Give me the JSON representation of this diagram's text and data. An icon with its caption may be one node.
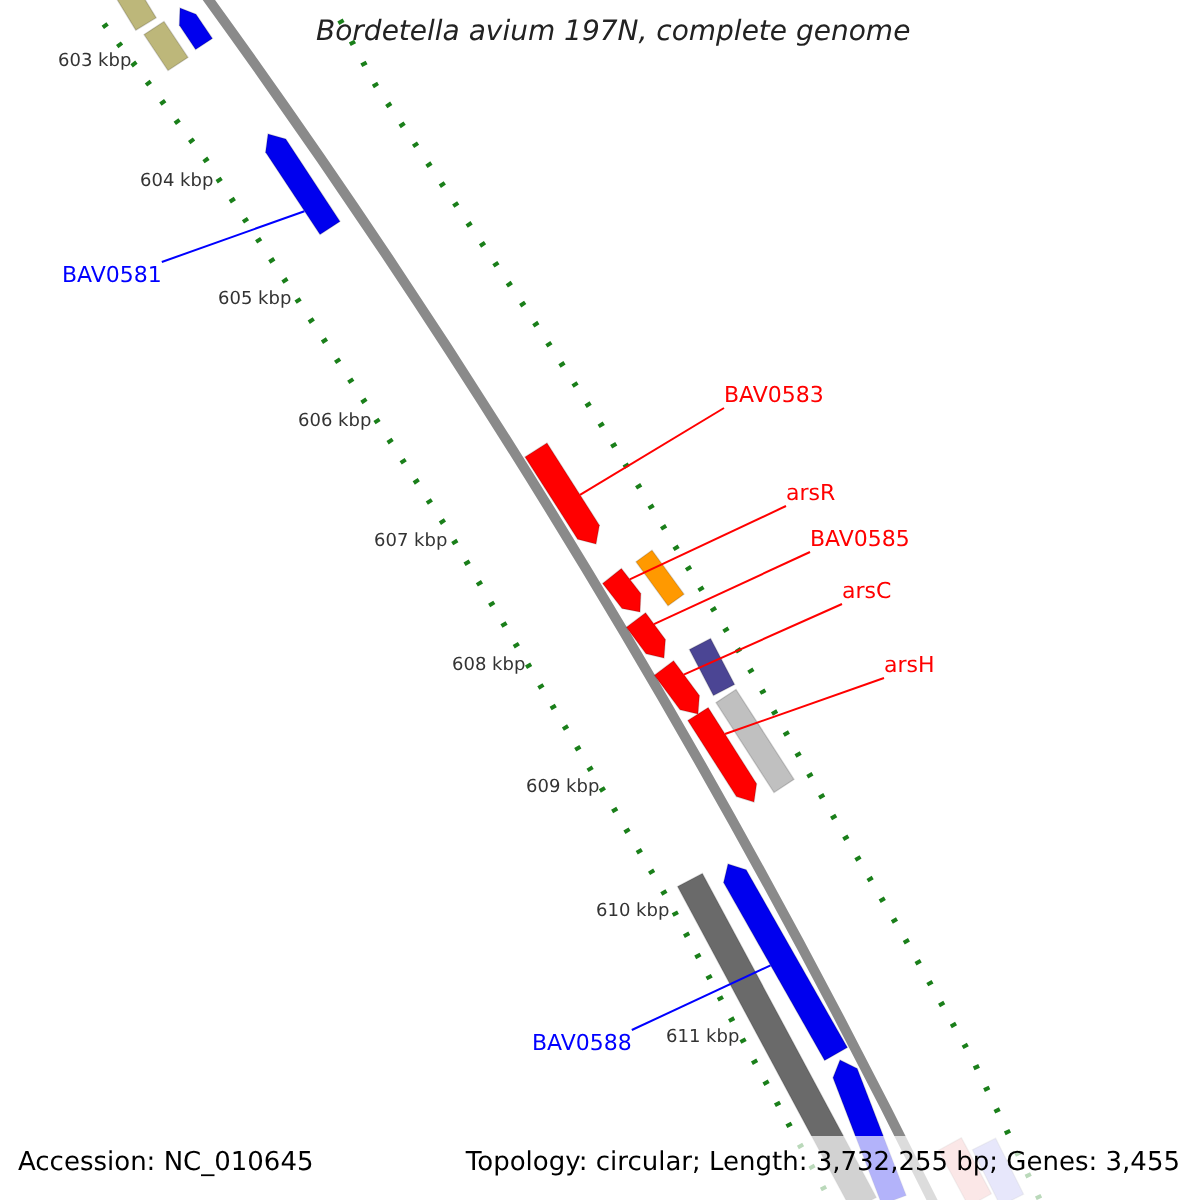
{
  "diagram": {
    "title": "Bordetella avium 197N, complete genome",
    "nodes": [
      {
        "text": [
          "BAV0581"
        ]
      },
      {
        "text": [],
        "shape": "bar"
      },
      {
        "text": [
          "BAV0583"
        ]
      },
      {
        "text": [],
        "shape": "bar"
      },
      {
        "text": [
          "arsR"
        ]
      },
      {
        "text": [],
        "shape": "bar"
      },
      {
        "text": [
          "BAV0585"
        ]
      },
      {
        "text": [],
        "shape": "bar"
      },
      {
        "text": [
          "arsC"
        ]
      },
      {
        "text": [],
        "shape": "bar"
      },
      {
        "text": [
          "arsH"
        ]
      },
      {
        "text": [],
        "shape": "bar"
      },
      {
        "text": [
          "BAV0588"
        ]
      },
      {
        "text": [],
        "shape": "bar"
      }
    ],
    "edges": [
      {
        "from": 0,
        "to": 1,
        "arrow": "none",
        "color": "#0000ff"
      },
      {
        "from": 2,
        "to": 3,
        "arrow": "none"
      },
      {
        "from": 4,
        "to": 5,
        "arrow": "none"
      },
      {
        "from": 6,
        "to": 7,
        "arrow": "none"
      },
      {
        "from": 8,
        "to": 9,
        "arrow": "none"
      },
      {
        "from": 10,
        "to": 11,
        "arrow": "none"
      },
      {
        "from": 12,
        "to": 13,
        "arrow": "none",
        "color": "#0000ff"
      }
    ],
    "labels": [
      "603 kbp",
      "604 kbp",
      "605 kbp",
      "606 kbp",
      "607 kbp",
      "608 kbp",
      "609 kbp",
      "610 kbp",
      "611 kbp",
      "Accession: NC_010645",
      "Topology: circular; Length: 3,732,255 bp; Genes: 3,455"
    ]
  }
}
